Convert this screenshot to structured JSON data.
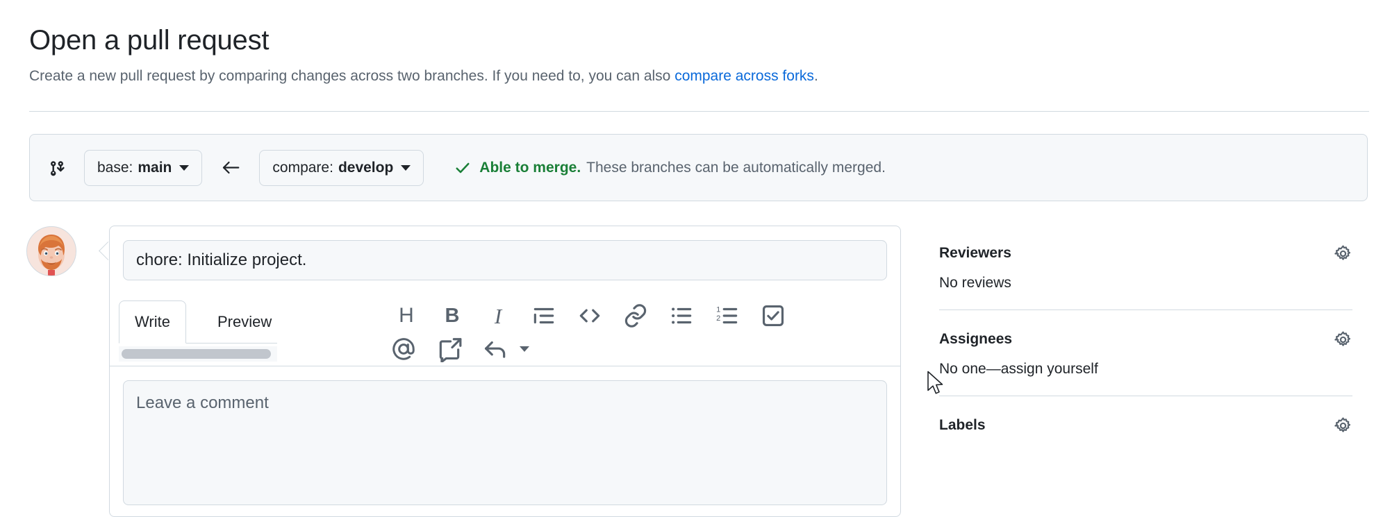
{
  "header": {
    "title": "Open a pull request",
    "subtitle_before": "Create a new pull request by comparing changes across two branches. If you need to, you can also ",
    "subtitle_link": "compare across forks",
    "subtitle_after": "."
  },
  "branch_bar": {
    "compare_icon": "git-compare-icon",
    "arrow_icon": "arrow-left-icon",
    "base": {
      "prefix": "base:",
      "value": "main",
      "caret": "chevron-down-icon"
    },
    "compare": {
      "prefix": "compare:",
      "value": "develop",
      "caret": "chevron-down-icon"
    },
    "status": {
      "icon": "check-icon",
      "strong": "Able to merge.",
      "rest": "These branches can be automatically merged.",
      "color": "#1a7f37"
    }
  },
  "composer": {
    "avatar": "user-avatar",
    "title_value": "chore: Initialize project.",
    "title_placeholder": "Title",
    "tabs": [
      {
        "label": "Write",
        "active": true
      },
      {
        "label": "Preview",
        "active": false
      }
    ],
    "toolbar_row1": [
      {
        "name": "heading-icon",
        "glyph": "H"
      },
      {
        "name": "bold-icon",
        "glyph": "B"
      },
      {
        "name": "italic-icon",
        "glyph": "I"
      },
      {
        "name": "quote-icon",
        "glyph": ""
      },
      {
        "name": "code-icon",
        "glyph": ""
      },
      {
        "name": "link-icon",
        "glyph": ""
      },
      {
        "name": "unordered-list-icon",
        "glyph": ""
      },
      {
        "name": "ordered-list-icon",
        "glyph": ""
      },
      {
        "name": "task-list-icon",
        "glyph": ""
      }
    ],
    "toolbar_row2": [
      {
        "name": "mention-icon",
        "glyph": ""
      },
      {
        "name": "saved-reply-icon",
        "glyph": ""
      },
      {
        "name": "reply-icon",
        "glyph": ""
      }
    ],
    "comment_placeholder": "Leave a comment",
    "comment_value": ""
  },
  "sidebar": {
    "sections": [
      {
        "title": "Reviewers",
        "body": "No reviews",
        "gear": "gear-icon"
      },
      {
        "title": "Assignees",
        "body": "No one—assign yourself",
        "gear": "gear-icon"
      },
      {
        "title": "Labels",
        "body": "",
        "gear": "gear-icon"
      }
    ]
  },
  "colors": {
    "accent": "#0969da",
    "success": "#1a7f37",
    "border": "#d1d9e0",
    "muted": "#59636e",
    "surface": "#f6f8fa"
  }
}
